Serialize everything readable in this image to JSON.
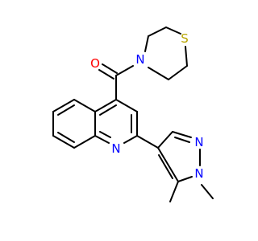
{
  "molecule": {
    "atoms": [
      {
        "id": "O1",
        "symbol": "O",
        "color": "#ff0000"
      },
      {
        "id": "N1",
        "symbol": "N",
        "color": "#0000ff"
      },
      {
        "id": "S1",
        "symbol": "S",
        "color": "#b8a500"
      },
      {
        "id": "N2",
        "symbol": "N",
        "color": "#0000ff"
      },
      {
        "id": "N3",
        "symbol": "N",
        "color": "#0000ff"
      },
      {
        "id": "N4",
        "symbol": "N",
        "color": "#0000ff"
      }
    ],
    "bond_color": "#000000",
    "background": "#ffffff"
  }
}
